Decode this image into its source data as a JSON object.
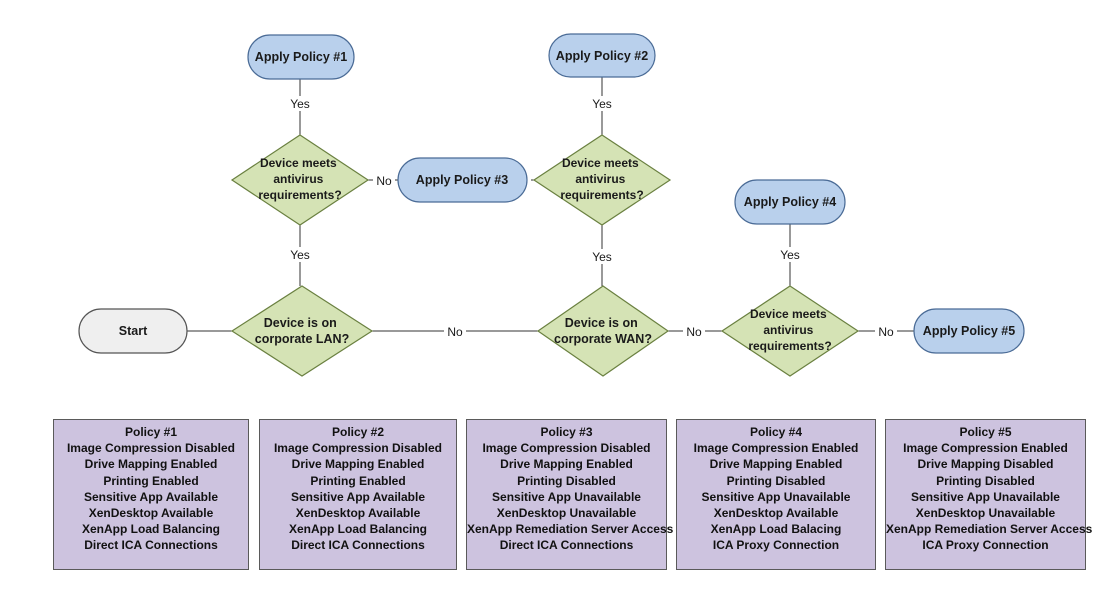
{
  "colors": {
    "terminal_fill": "#b9d0ec",
    "terminal_stroke": "#4a6b96",
    "start_fill": "#efefef",
    "decision_fill": "#d5e3b5",
    "decision_stroke": "#6a8040",
    "policy_box_fill": "#cdc3df",
    "line": "#333333"
  },
  "nodes": {
    "apply1": "Apply Policy #1",
    "apply2": "Apply Policy #2",
    "apply3": "Apply Policy #3",
    "apply4": "Apply Policy #4",
    "apply5": "Apply Policy #5",
    "start": "Start",
    "dec_av1": [
      "Device meets",
      "antivirus",
      "requirements?"
    ],
    "dec_av2": [
      "Device meets",
      "antivirus",
      "requirements?"
    ],
    "dec_av3": [
      "Device meets",
      "antivirus",
      "requirements?"
    ],
    "dec_lan": [
      "Device is on",
      "corporate LAN?"
    ],
    "dec_wan": [
      "Device is on",
      "corporate WAN?"
    ]
  },
  "edges": {
    "yes": "Yes",
    "no": "No"
  },
  "policies": [
    {
      "title": "Policy #1",
      "lines": [
        "Image Compression Disabled",
        "Drive Mapping Enabled",
        "Printing Enabled",
        "Sensitive App Available",
        "XenDesktop Available",
        "XenApp Load Balancing",
        "Direct ICA Connections"
      ]
    },
    {
      "title": "Policy #2",
      "lines": [
        "Image Compression Disabled",
        "Drive Mapping Enabled",
        "Printing Enabled",
        "Sensitive App Available",
        "XenDesktop Available",
        "XenApp Load Balancing",
        "Direct ICA Connections"
      ]
    },
    {
      "title": "Policy #3",
      "lines": [
        "Image Compression Disabled",
        "Drive Mapping Enabled",
        "Printing Disabled",
        "Sensitive App Unavailable",
        "XenDesktop Unavailable",
        "XenApp Remediation Server Access",
        "Direct ICA Connections"
      ]
    },
    {
      "title": "Policy #4",
      "lines": [
        "Image Compression Enabled",
        "Drive Mapping Enabled",
        "Printing Disabled",
        "Sensitive App Unavailable",
        "XenDesktop Available",
        "XenApp Load Balacing",
        "ICA Proxy Connection"
      ]
    },
    {
      "title": "Policy #5",
      "lines": [
        "Image Compression Enabled",
        "Drive Mapping Disabled",
        "Printing Disabled",
        "Sensitive App Unavailable",
        "XenDesktop Unavailable",
        "XenApp Remediation Server Access",
        "ICA Proxy Connection"
      ]
    }
  ]
}
